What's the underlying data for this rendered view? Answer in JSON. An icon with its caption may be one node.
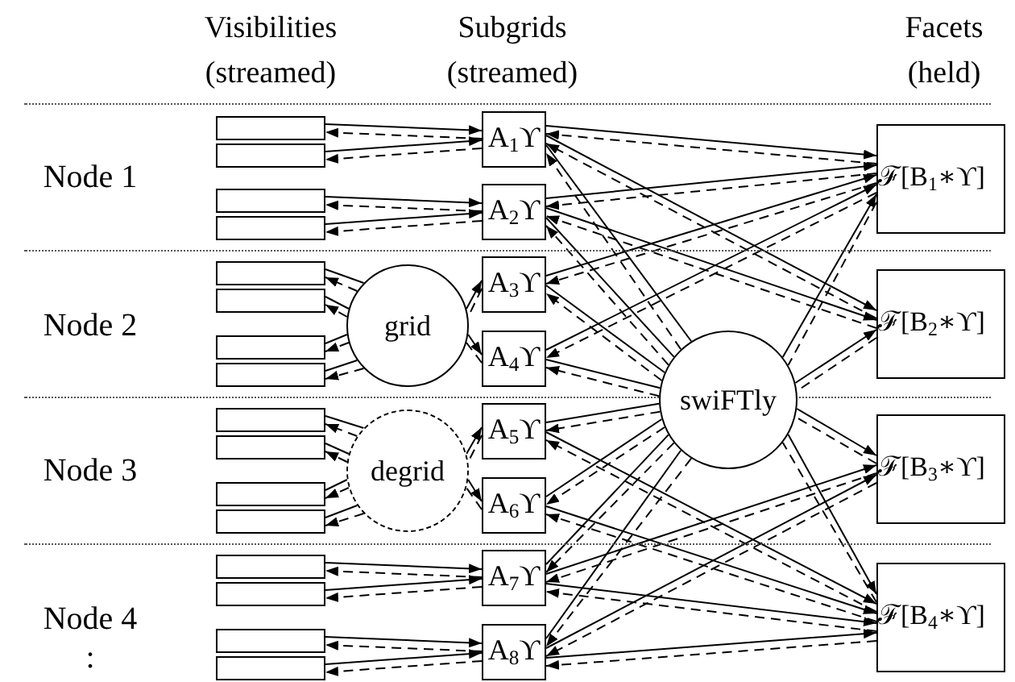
{
  "diagram": {
    "nodes": [
      {
        "text": [],
        "shape": "box"
      },
      {
        "text": [],
        "shape": "box"
      },
      {
        "text": [],
        "shape": "box"
      },
      {
        "text": [],
        "shape": "box"
      },
      {
        "text": [],
        "shape": "box"
      },
      {
        "text": [],
        "shape": "box"
      },
      {
        "text": [],
        "shape": "box"
      },
      {
        "text": [],
        "shape": "box"
      },
      {
        "text": [],
        "shape": "box"
      },
      {
        "text": [],
        "shape": "box"
      },
      {
        "text": [],
        "shape": "box"
      },
      {
        "text": [],
        "shape": "box"
      },
      {
        "text": [],
        "shape": "box"
      },
      {
        "text": [],
        "shape": "box"
      },
      {
        "text": [],
        "shape": "box"
      },
      {
        "text": [],
        "shape": "box"
      },
      {
        "text": [
          "A$_{1}$ϒ"
        ]
      },
      {
        "text": [
          "A$_{2}$ϒ"
        ]
      },
      {
        "text": [
          "A$_{3}$ϒ"
        ]
      },
      {
        "text": [
          "A$_{4}$ϒ"
        ]
      },
      {
        "text": [
          "A$_{5}$ϒ"
        ]
      },
      {
        "text": [
          "A$_{6}$ϒ"
        ]
      },
      {
        "text": [
          "A$_{7}$ϒ"
        ]
      },
      {
        "text": [
          "A$_{8}$ϒ"
        ]
      },
      {
        "text": [
          "ℱ[B$_{1}$∗ϒ]"
        ]
      },
      {
        "text": [
          "ℱ[B$_{2}$∗ϒ]"
        ]
      },
      {
        "text": [
          "ℱ[B$_{3}$∗ϒ]"
        ]
      },
      {
        "text": [
          "ℱ[B$_{4}$∗ϒ]"
        ]
      },
      {
        "text": [
          "grid"
        ]
      },
      {
        "text": [
          "degrid"
        ]
      },
      {
        "text": [
          "swiFTly"
        ]
      }
    ],
    "edges": [
      {
        "from": 0,
        "to": 16,
        "arrow": "to"
      },
      {
        "from": 16,
        "to": 0,
        "arrow": "to",
        "style": "dashed"
      },
      {
        "from": 1,
        "to": 16,
        "arrow": "to"
      },
      {
        "from": 16,
        "to": 1,
        "arrow": "to",
        "style": "dashed"
      },
      {
        "from": 2,
        "to": 17,
        "arrow": "to"
      },
      {
        "from": 17,
        "to": 2,
        "arrow": "to",
        "style": "dashed"
      },
      {
        "from": 3,
        "to": 17,
        "arrow": "to"
      },
      {
        "from": 17,
        "to": 3,
        "arrow": "to",
        "style": "dashed"
      },
      {
        "from": 4,
        "to": 28,
        "arrow": "none"
      },
      {
        "from": 28,
        "to": 4,
        "arrow": "to",
        "style": "dashed"
      },
      {
        "from": 5,
        "to": 28,
        "arrow": "none"
      },
      {
        "from": 28,
        "to": 5,
        "arrow": "to",
        "style": "dashed"
      },
      {
        "from": 6,
        "to": 28,
        "arrow": "none"
      },
      {
        "from": 28,
        "to": 6,
        "arrow": "to",
        "style": "dashed"
      },
      {
        "from": 7,
        "to": 28,
        "arrow": "none"
      },
      {
        "from": 28,
        "to": 7,
        "arrow": "to",
        "style": "dashed"
      },
      {
        "from": 28,
        "to": 18,
        "arrow": "to"
      },
      {
        "from": 18,
        "to": 28,
        "arrow": "none",
        "style": "dashed"
      },
      {
        "from": 28,
        "to": 19,
        "arrow": "to"
      },
      {
        "from": 19,
        "to": 28,
        "arrow": "none",
        "style": "dashed"
      },
      {
        "from": 8,
        "to": 29,
        "arrow": "none"
      },
      {
        "from": 29,
        "to": 8,
        "arrow": "to",
        "style": "dashed"
      },
      {
        "from": 9,
        "to": 29,
        "arrow": "none"
      },
      {
        "from": 29,
        "to": 9,
        "arrow": "to",
        "style": "dashed"
      },
      {
        "from": 10,
        "to": 29,
        "arrow": "none"
      },
      {
        "from": 29,
        "to": 10,
        "arrow": "to",
        "style": "dashed"
      },
      {
        "from": 11,
        "to": 29,
        "arrow": "none"
      },
      {
        "from": 29,
        "to": 11,
        "arrow": "to",
        "style": "dashed"
      },
      {
        "from": 29,
        "to": 20,
        "arrow": "to"
      },
      {
        "from": 20,
        "to": 29,
        "arrow": "none",
        "style": "dashed"
      },
      {
        "from": 29,
        "to": 21,
        "arrow": "to"
      },
      {
        "from": 21,
        "to": 29,
        "arrow": "none",
        "style": "dashed"
      },
      {
        "from": 12,
        "to": 22,
        "arrow": "to"
      },
      {
        "from": 22,
        "to": 12,
        "arrow": "to",
        "style": "dashed"
      },
      {
        "from": 13,
        "to": 22,
        "arrow": "to"
      },
      {
        "from": 22,
        "to": 13,
        "arrow": "to",
        "style": "dashed"
      },
      {
        "from": 14,
        "to": 23,
        "arrow": "to"
      },
      {
        "from": 23,
        "to": 14,
        "arrow": "to",
        "style": "dashed"
      },
      {
        "from": 15,
        "to": 23,
        "arrow": "to"
      },
      {
        "from": 23,
        "to": 15,
        "arrow": "to",
        "style": "dashed"
      },
      {
        "from": 16,
        "to": 24,
        "arrow": "to"
      },
      {
        "from": 24,
        "to": 16,
        "arrow": "to",
        "style": "dashed"
      },
      {
        "from": 16,
        "to": 25,
        "arrow": "to"
      },
      {
        "from": 25,
        "to": 16,
        "arrow": "to",
        "style": "dashed"
      },
      {
        "from": 17,
        "to": 24,
        "arrow": "to"
      },
      {
        "from": 24,
        "to": 17,
        "arrow": "to",
        "style": "dashed"
      },
      {
        "from": 17,
        "to": 25,
        "arrow": "to"
      },
      {
        "from": 25,
        "to": 17,
        "arrow": "to",
        "style": "dashed"
      },
      {
        "from": 18,
        "to": 24,
        "arrow": "to"
      },
      {
        "from": 24,
        "to": 18,
        "arrow": "to",
        "style": "dashed"
      },
      {
        "from": 19,
        "to": 24,
        "arrow": "to"
      },
      {
        "from": 24,
        "to": 19,
        "arrow": "to",
        "style": "dashed"
      },
      {
        "from": 20,
        "to": 27,
        "arrow": "to"
      },
      {
        "from": 27,
        "to": 20,
        "arrow": "to",
        "style": "dashed"
      },
      {
        "from": 21,
        "to": 27,
        "arrow": "to"
      },
      {
        "from": 27,
        "to": 21,
        "arrow": "to",
        "style": "dashed"
      },
      {
        "from": 22,
        "to": 26,
        "arrow": "to"
      },
      {
        "from": 26,
        "to": 22,
        "arrow": "to",
        "style": "dashed"
      },
      {
        "from": 22,
        "to": 27,
        "arrow": "to"
      },
      {
        "from": 27,
        "to": 22,
        "arrow": "to",
        "style": "dashed"
      },
      {
        "from": 23,
        "to": 26,
        "arrow": "to"
      },
      {
        "from": 26,
        "to": 23,
        "arrow": "to",
        "style": "dashed"
      },
      {
        "from": 23,
        "to": 27,
        "arrow": "to"
      },
      {
        "from": 27,
        "to": 23,
        "arrow": "to",
        "style": "dashed"
      },
      {
        "from": 16,
        "to": 30,
        "arrow": "none"
      },
      {
        "from": 30,
        "to": 16,
        "arrow": "to",
        "style": "dashed"
      },
      {
        "from": 17,
        "to": 30,
        "arrow": "none"
      },
      {
        "from": 30,
        "to": 17,
        "arrow": "to",
        "style": "dashed"
      },
      {
        "from": 18,
        "to": 30,
        "arrow": "none"
      },
      {
        "from": 30,
        "to": 18,
        "arrow": "to",
        "style": "dashed"
      },
      {
        "from": 19,
        "to": 30,
        "arrow": "none"
      },
      {
        "from": 30,
        "to": 19,
        "arrow": "to",
        "style": "dashed"
      },
      {
        "from": 20,
        "to": 30,
        "arrow": "none"
      },
      {
        "from": 30,
        "to": 20,
        "arrow": "to",
        "style": "dashed"
      },
      {
        "from": 21,
        "to": 30,
        "arrow": "none"
      },
      {
        "from": 30,
        "to": 21,
        "arrow": "to",
        "style": "dashed"
      },
      {
        "from": 22,
        "to": 30,
        "arrow": "none"
      },
      {
        "from": 30,
        "to": 22,
        "arrow": "to",
        "style": "dashed"
      },
      {
        "from": 23,
        "to": 30,
        "arrow": "none"
      },
      {
        "from": 30,
        "to": 23,
        "arrow": "to",
        "style": "dashed"
      },
      {
        "from": 30,
        "to": 24,
        "arrow": "to"
      },
      {
        "from": 24,
        "to": 30,
        "arrow": "none",
        "style": "dashed"
      },
      {
        "from": 30,
        "to": 25,
        "arrow": "to"
      },
      {
        "from": 25,
        "to": 30,
        "arrow": "none",
        "style": "dashed"
      },
      {
        "from": 30,
        "to": 26,
        "arrow": "to"
      },
      {
        "from": 26,
        "to": 30,
        "arrow": "none",
        "style": "dashed"
      },
      {
        "from": 30,
        "to": 27,
        "arrow": "to"
      },
      {
        "from": 27,
        "to": 30,
        "arrow": "none",
        "style": "dashed"
      }
    ],
    "labels": [
      "Visibilities",
      "Subgrids",
      "Facets",
      "(streamed)",
      "(streamed)",
      "(held)",
      "Node 1",
      "Node 2",
      "Node 3",
      "Node 4",
      ":"
    ]
  }
}
